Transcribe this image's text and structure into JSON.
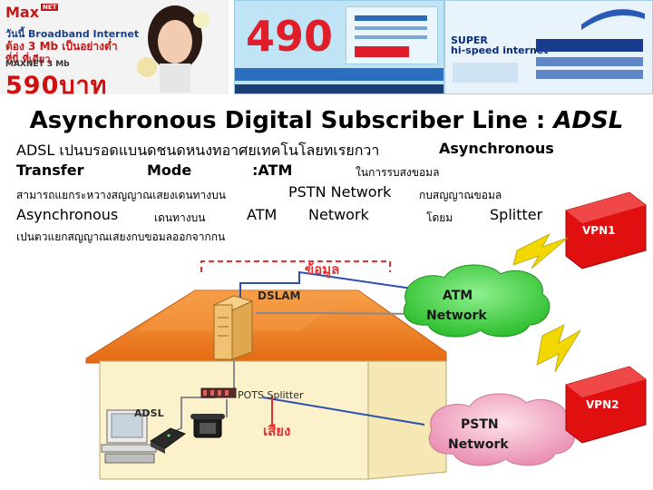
{
  "ads": {
    "ad1": {
      "logo": "Max",
      "logo_tag": "NET",
      "line1": "วันนี้ Broadband Internet",
      "line2": "ต้อง 3 Mb เป็นอย่างต่ำ",
      "line3": "ที่นี่ ที่เดียว",
      "line4": "MAXNET 3 Mb",
      "price": "590บาท"
    },
    "ad2": {
      "price": "490"
    },
    "ad3": {
      "line1": "SUPER",
      "line2": "hi-speed internet"
    }
  },
  "title": {
    "main": "Asynchronous Digital  Subscriber Line : ",
    "italic": "ADSL"
  },
  "body": {
    "r1a": "ADSL เปนบรอดแบนดชนดหนงทอาศยเทคโนโลยทเรยกวา",
    "r1b": "Asynchronous",
    "r2a": "Transfer",
    "r2b": "Mode",
    "r2c": ":ATM",
    "r2d": "ในการรบสงขอมล",
    "r3a": "สามารถแยกระหวางสญญาณเสยงเดนทางบน",
    "r3b": "PSTN Network",
    "r3c": "กบสญญาณขอมล",
    "r4a": "Asynchronous",
    "r4b": "เดนทางบน",
    "r4c": "ATM",
    "r4d": "Network",
    "r4e": "โดยม",
    "r4f": "Splitter",
    "r5a": "เปนตวแยกสญญาณเสยงกบขอมลออกจากกน"
  },
  "diagram": {
    "vpn1": "VPN1",
    "vpn2": "VPN2",
    "data_label": "ข้อมูล",
    "voice_label": "เสียง",
    "dslam": "DSLAM",
    "atm_line1": "ATM",
    "atm_line2": "Network",
    "pstn_line1": "PSTN",
    "pstn_line2": "Network",
    "pots": "POTS Splitter",
    "adsl": "ADSL"
  },
  "colors": {
    "title": "#000000",
    "vpn": "#e01010",
    "cloud": "#3bcc3b",
    "pstn_cloud": "#ee9ebd",
    "roof": "#ef7a1f",
    "wall": "#fbf2cc",
    "line_gray": "#8a8a8a",
    "line_blue": "#2e4fb0",
    "lightning": "#f2d800",
    "data_red": "#e03030"
  }
}
